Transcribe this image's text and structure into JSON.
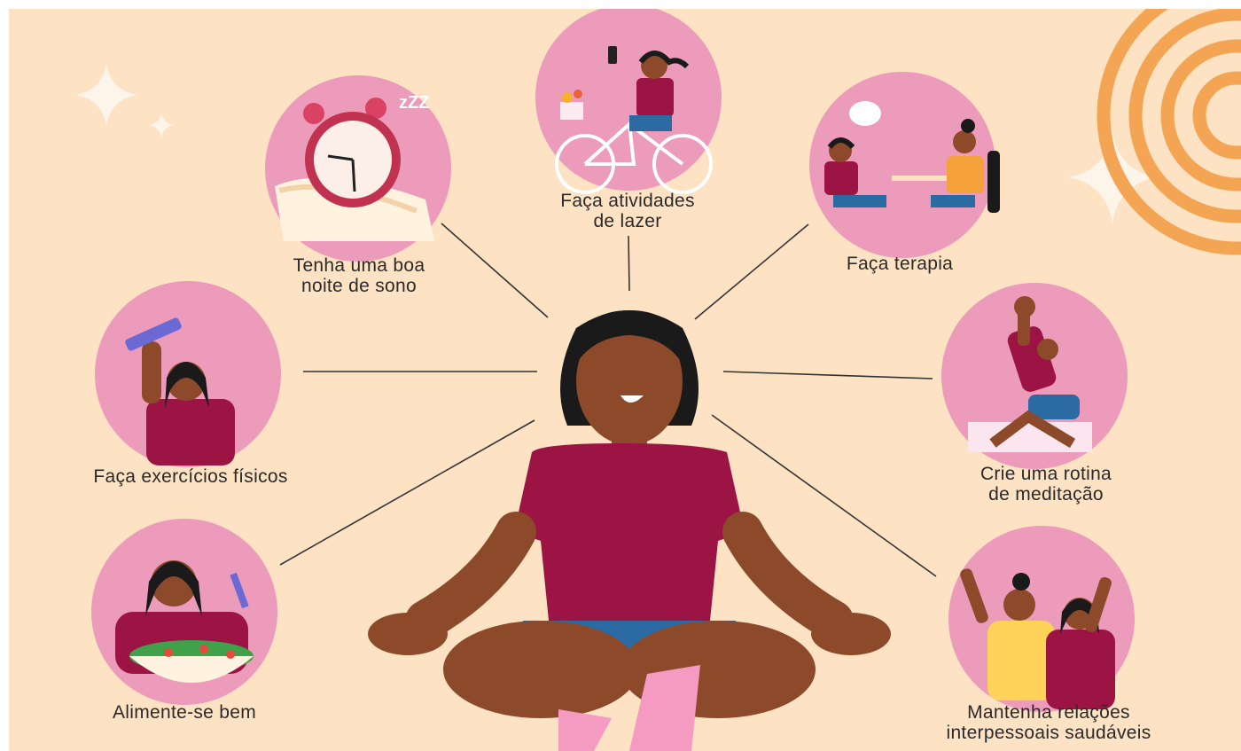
{
  "infographic": {
    "items": [
      {
        "id": "sleep",
        "icon": "alarm-clock-pillow",
        "lines": [
          "Tenha uma boa",
          "noite de sono"
        ]
      },
      {
        "id": "leisure",
        "icon": "woman-on-bicycle",
        "lines": [
          "Faça atividades",
          "de lazer"
        ]
      },
      {
        "id": "therapy",
        "icon": "therapy-session",
        "lines": [
          "Faça terapia"
        ]
      },
      {
        "id": "exercise",
        "icon": "woman-lifting-dumbbell",
        "lines": [
          "Faça exercícios físicos"
        ]
      },
      {
        "id": "meditation",
        "icon": "woman-stretching",
        "lines": [
          "Crie uma rotina",
          "de meditação"
        ]
      },
      {
        "id": "eating",
        "icon": "woman-eating-salad",
        "lines": [
          "Alimente-se bem"
        ]
      },
      {
        "id": "relationships",
        "icon": "two-friends-cheering",
        "lines": [
          "Mantenha relações",
          "interpessoais saudáveis"
        ]
      }
    ],
    "center": {
      "icon": "woman-meditating"
    }
  },
  "colors": {
    "background": "#fde2c4",
    "circle": "#ec9bbb",
    "shirt": "#9c1444",
    "skin": "#8c4a2a",
    "accent": "#f4a553",
    "line": "#333333"
  }
}
